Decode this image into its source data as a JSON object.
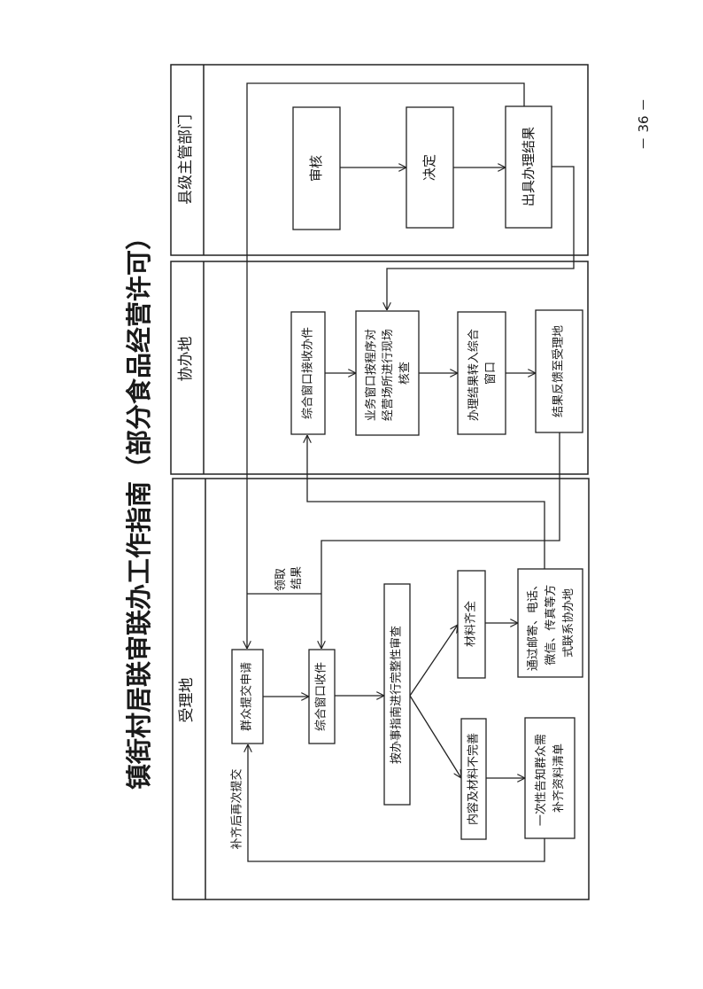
{
  "title": "镇街村居联审联办工作指南（部分食品经营许可）",
  "page_number": "－ 36 －",
  "lanes": {
    "county": {
      "label": "县级主管部门",
      "steps": [
        "审核",
        "决定",
        "出具办理结果"
      ]
    },
    "assist": {
      "label": "协办地",
      "steps": [
        {
          "lines": [
            "综合窗口接收办件"
          ]
        },
        {
          "lines": [
            "业务窗口按程序对",
            "经营场所进行现场",
            "核查"
          ]
        },
        {
          "lines": [
            "办理结果转入综合",
            "窗口"
          ]
        },
        {
          "lines": [
            "结果反馈至受理地"
          ]
        }
      ]
    },
    "accept": {
      "label": "受理地",
      "submit": "群众提交申请",
      "window": "综合窗口收件",
      "review": "按办事指南进行完整性审查",
      "complete": "材料齐全",
      "contact": [
        "通过邮寄、电话、",
        "微信、传真等方",
        "式联系协办地"
      ],
      "incomplete": "内容及材料不完善",
      "notify": [
        "一次性告知群众需",
        "补齐资料清单"
      ],
      "resubmit_label": "补齐后再次提交",
      "collect_label": [
        "领取",
        "结果"
      ]
    }
  }
}
